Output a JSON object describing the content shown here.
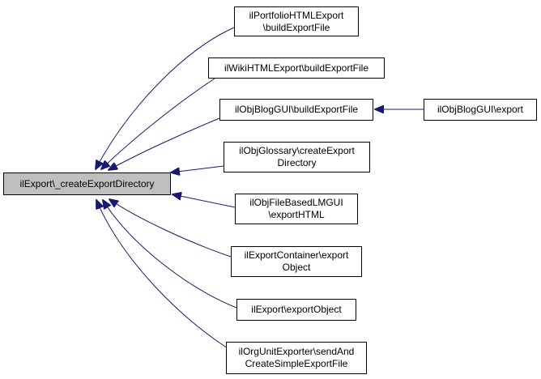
{
  "nodes": {
    "root": {
      "lines": [
        "ilExport\\_createExportDirectory"
      ]
    },
    "portfolio": {
      "lines": [
        "ilPortfolioHTMLExport",
        "\\buildExportFile"
      ]
    },
    "wiki": {
      "lines": [
        "ilWikiHTMLExport\\buildExportFile"
      ]
    },
    "blog": {
      "lines": [
        "ilObjBlogGUI\\buildExportFile"
      ]
    },
    "blog_export": {
      "lines": [
        "ilObjBlogGUI\\export"
      ]
    },
    "glossary": {
      "lines": [
        "ilObjGlossary\\createExport",
        "Directory"
      ]
    },
    "filebased": {
      "lines": [
        "ilObjFileBasedLMGUI",
        "\\exportHTML"
      ]
    },
    "container": {
      "lines": [
        "ilExportContainer\\export",
        "Object"
      ]
    },
    "exportobject": {
      "lines": [
        "ilExport\\exportObject"
      ]
    },
    "orgunit": {
      "lines": [
        "ilOrgUnitExporter\\sendAnd",
        "CreateSimpleExportFile"
      ]
    }
  },
  "colors": {
    "edge": "#191970",
    "root_fill": "#bfbfbf",
    "node_fill": "#ffffff",
    "border": "#000000"
  }
}
